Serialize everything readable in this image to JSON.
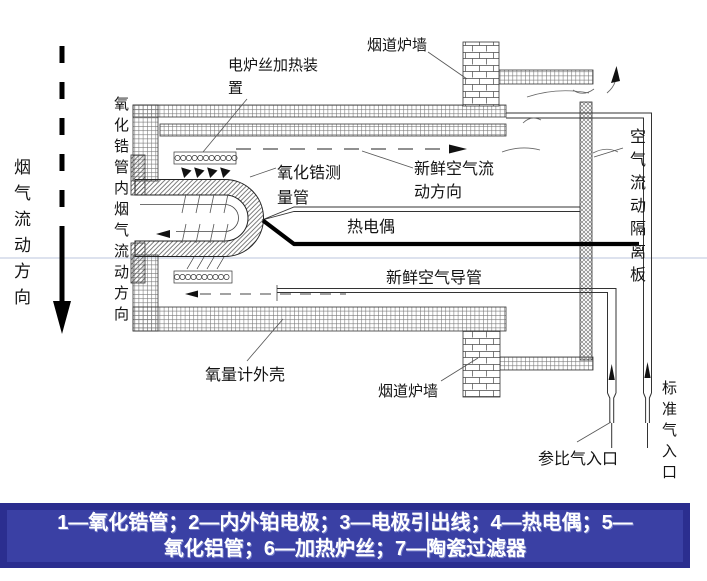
{
  "labels": {
    "flue_gas_flow": "烟气流动方向",
    "zirconia_inner_flow": "氧化锆管内烟气流动方向",
    "heater_l1": "电炉丝加热装",
    "heater_l2": "置",
    "flue_wall_top": "烟道炉墙",
    "zr_tube_l1": "氧化锆测",
    "zr_tube_l2": "量管",
    "fresh_flow_l1": "新鲜空气流",
    "fresh_flow_l2": "动方向",
    "thermocouple": "热电偶",
    "isolation_plate": "空气流动隔离板",
    "fresh_air_duct": "新鲜空气导管",
    "oxygen_meter_shell": "氧量计外壳",
    "flue_wall_bottom": "烟道炉墙",
    "reference_gas_inlet": "参比气入口",
    "standard_gas_inlet": "标准气入口"
  },
  "caption": {
    "line1": "1—氧化锆管；2—内外铂电极；3—电极引出线；4—热电偶；5—",
    "line2": "氧化铝管；6—加热炉丝；7—陶瓷过滤器"
  },
  "colors": {
    "caption_outer_bg": "#2b2e8f",
    "caption_inner_bg": "#3a40a4",
    "caption_text": "#ffffff",
    "line_color": "#1a1a1a",
    "guide_line": "#b8c3dc"
  }
}
